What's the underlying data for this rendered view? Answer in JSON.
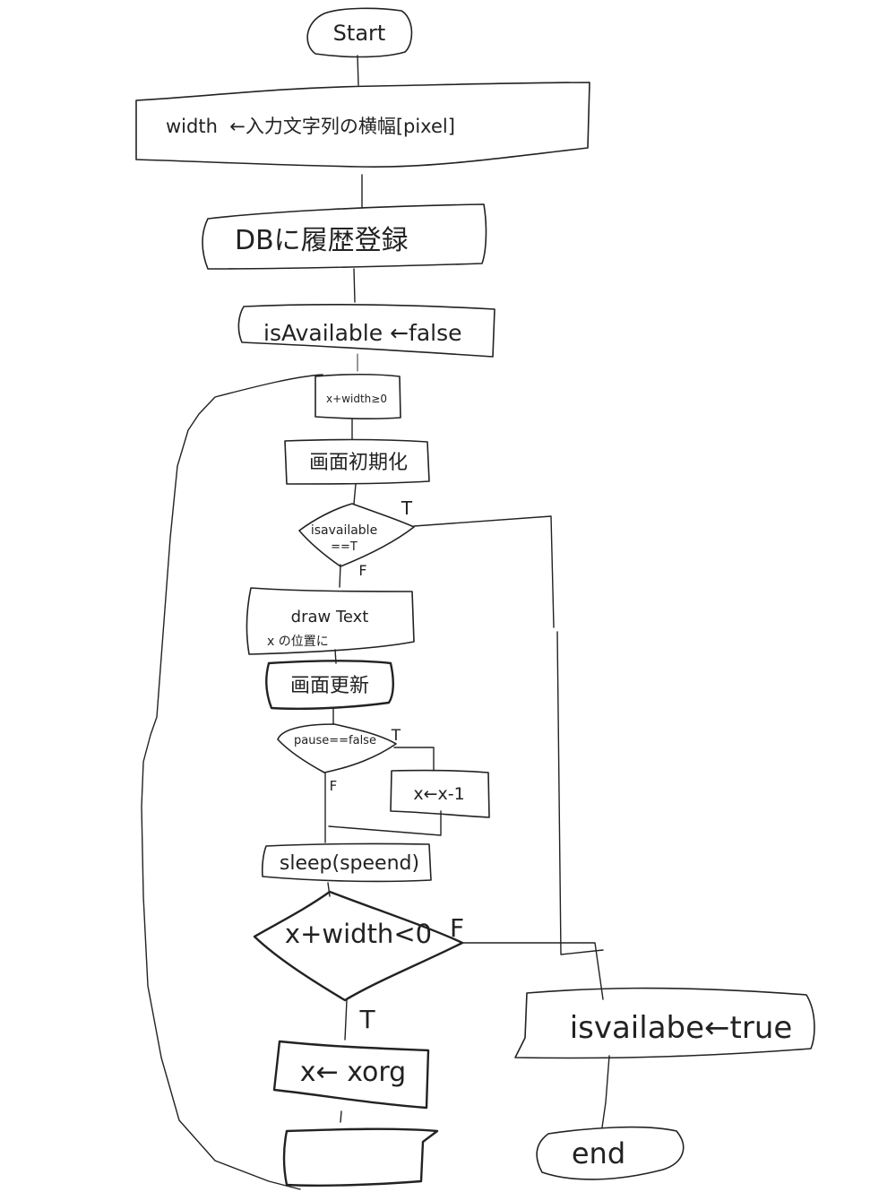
{
  "flowchart": {
    "start_label": "Start",
    "measure_width_label": "width  ←入力文字列の横幅[pixel]",
    "db_register_label": "DBに履歴登録",
    "init_available_label": "isAvailable ←false",
    "loop_init_label": "x+width≥0",
    "screen_init_label": "画面初期化",
    "decision_available_label": "isavailable",
    "decision_available_sublabel": "==T",
    "draw_text_label": "draw Text",
    "draw_text_sublabel": "x の位置に",
    "screen_update_label": "画面更新",
    "decision_pause_label": "pause==false",
    "decrement_x_label": "x←x-1",
    "sleep_label": "sleep(speend)",
    "decision_width_label": "x+width<0",
    "reset_x_label": "x← xorg",
    "loop_end_label": "",
    "set_available_label": "isvailabe←true",
    "end_label": "end",
    "true_label": "T",
    "false_label": "F"
  }
}
